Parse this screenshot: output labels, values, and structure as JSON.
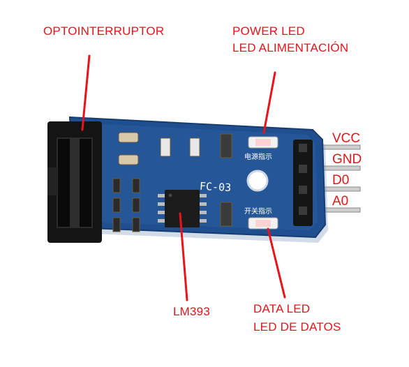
{
  "labels": {
    "optointerruptor": "OPTOINTERRUPTOR",
    "power_led_en": "POWER LED",
    "power_led_es": "LED ALIMENTACIÓN",
    "lm393": "LM393",
    "data_led_en": "DATA LED",
    "data_led_es": "LED DE DATOS"
  },
  "pins": {
    "vcc": "VCC",
    "gnd": "GND",
    "d0": "D0",
    "a0": "A0"
  },
  "board": {
    "model": "FC-03",
    "power_indicator_text": "电源指示",
    "switch_indicator_text": "开关指示"
  },
  "colors": {
    "annotation": "#e8141a",
    "pcb": "#1f4f8f",
    "sensor": "#1a1a1a",
    "pins": "#c9c9c9"
  }
}
